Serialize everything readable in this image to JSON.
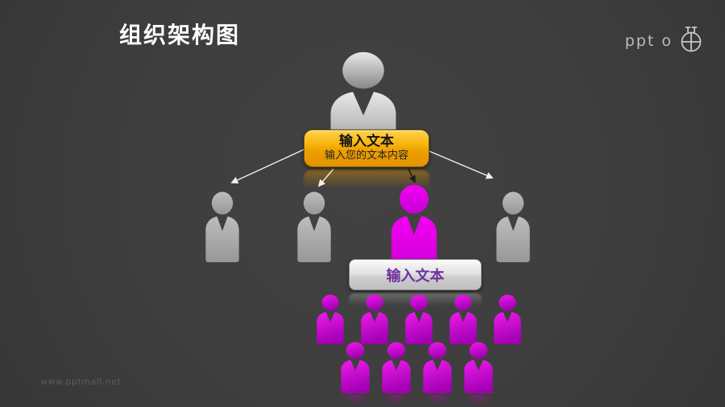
{
  "slide": {
    "title": "组织架构图",
    "watermark": "www.pptmall.net"
  },
  "logo": {
    "text": "PPT O",
    "icon": "compass-circle-icon"
  },
  "org_chart": {
    "root_node": {
      "type": "leader",
      "button": {
        "title": "输入文本",
        "subtitle": "输入您的文本内容"
      }
    },
    "level2": {
      "members": [
        "gray",
        "gray",
        "highlight",
        "gray"
      ],
      "highlight_index": 2
    },
    "sub_button": {
      "title": "输入文本"
    },
    "level3": {
      "row_counts": [
        5,
        4
      ]
    }
  },
  "colors": {
    "background": "#3E3D3D",
    "title_text": "#FFFFFF",
    "highlight_magenta": "#E800E8",
    "member_gray": "#ABABAB",
    "root_button_orange": "#F2A50C",
    "sub_button_silver": "#D9D9D9",
    "sub_button_text_purple": "#7030A0",
    "arrow_white": "#F0F0F0",
    "arrow_dark": "#1E1E1E"
  }
}
